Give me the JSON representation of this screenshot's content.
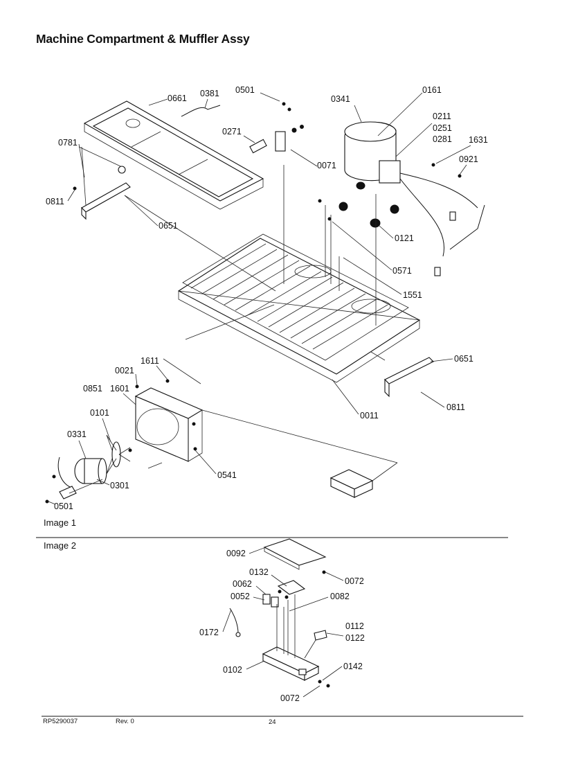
{
  "title": "Machine Compartment & Muffler Assy",
  "image1_label": "Image 1",
  "image2_label": "Image 2",
  "footer": {
    "doc_number": "RP5290037",
    "revision": "Rev. 0",
    "page": "24"
  },
  "image1_parts": [
    "0661",
    "0381",
    "0501",
    "0341",
    "0161",
    "0211",
    "0251",
    "0281",
    "1631",
    "0921",
    "0781",
    "0271",
    "0071",
    "0811",
    "0651",
    "0121",
    "0571",
    "1551",
    "0651",
    "0811",
    "0011",
    "0021",
    "1611",
    "0851",
    "1601",
    "0101",
    "0331",
    "0541",
    "0301",
    "0501"
  ],
  "image2_parts": [
    "0092",
    "0072",
    "0132",
    "0062",
    "0082",
    "0052",
    "0172",
    "0112",
    "0122",
    "0102",
    "0142",
    "0072"
  ]
}
